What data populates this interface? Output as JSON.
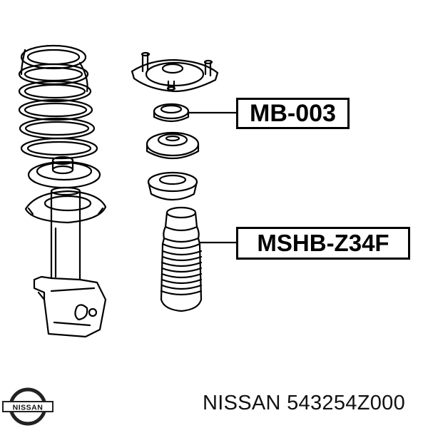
{
  "callouts": [
    {
      "label": "MB-003"
    },
    {
      "label": "MSHB-Z34F"
    }
  ],
  "brand": "NISSAN",
  "part_number": "543254Z000",
  "footer": "NISSAN 543254Z000",
  "logo_text": "NISSAN",
  "colors": {
    "line": "#000000",
    "background": "#ffffff"
  }
}
